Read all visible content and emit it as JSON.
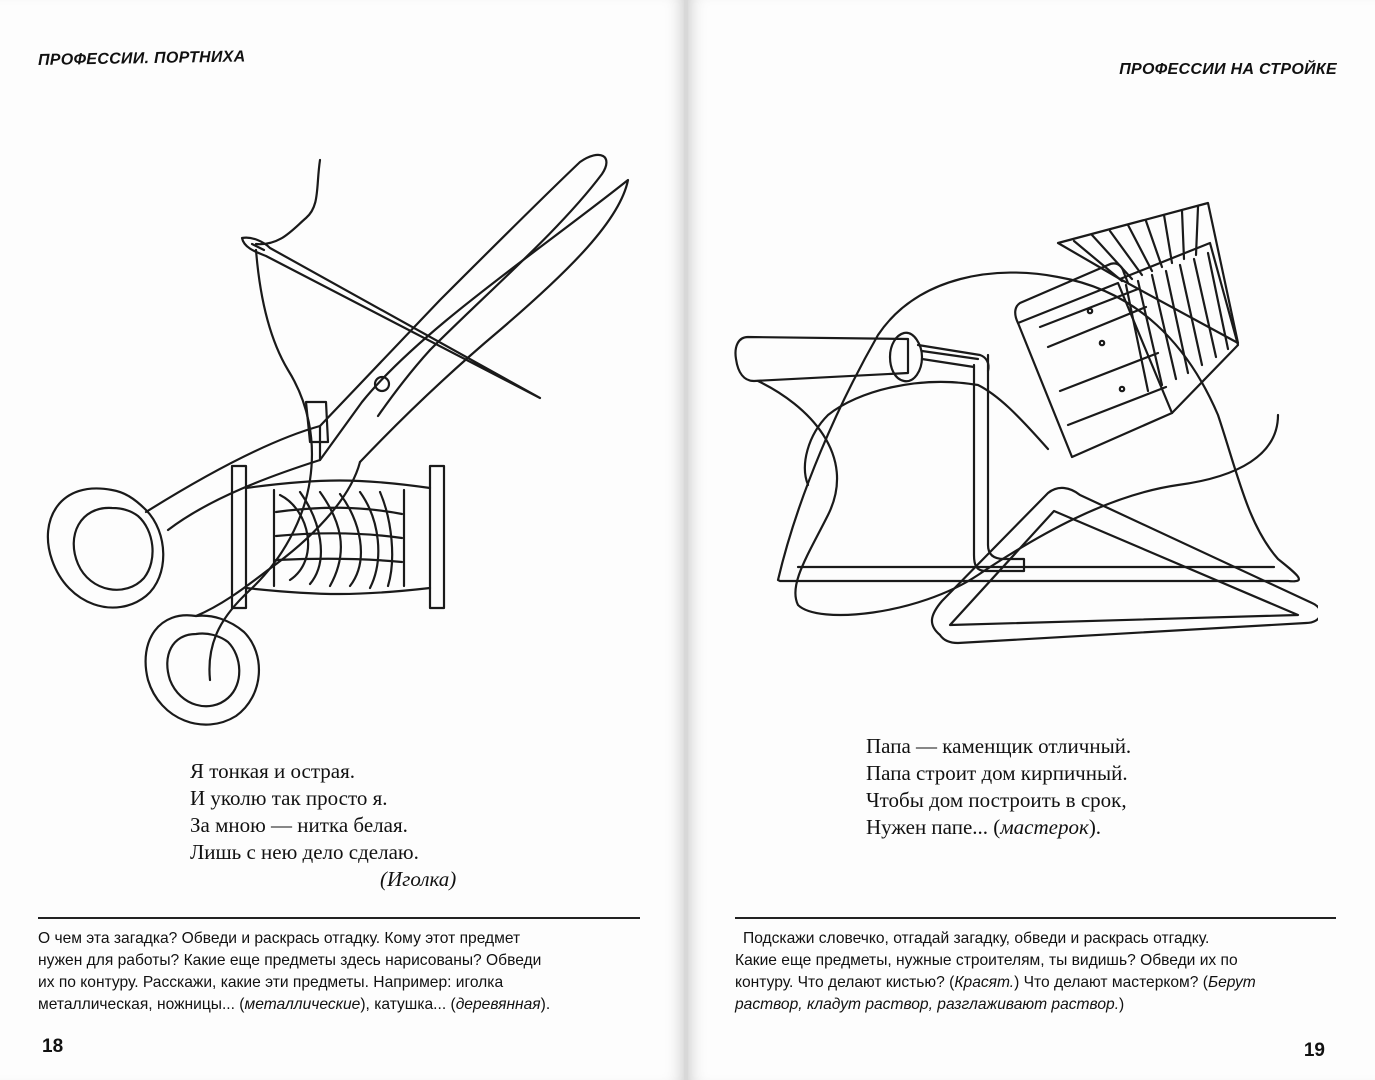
{
  "left_page": {
    "header": "ПРОФЕССИИ. ПОРТНИХА",
    "page_number": "18",
    "illustration_icons": [
      "scissors-icon",
      "needle-icon",
      "thread-spool-icon"
    ],
    "poem": [
      "Я тонкая и острая.",
      "И уколю так просто я.",
      "За мною — нитка белая.",
      "Лишь с нею дело сделаю."
    ],
    "answer": "(Иголка)",
    "task": {
      "l1": "О чем эта загадка? Обведи и раскрась отгадку. Кому этот предмет",
      "l2": "нужен для работы? Какие еще предметы здесь нарисованы? Обведи",
      "l3": "их по контуру. Расскажи, какие эти предметы. Например: иголка",
      "l4_a": "металлическая, ножницы... (",
      "l4_b": "металлические",
      "l4_c": "), катушка... (",
      "l4_d": "деревянная",
      "l4_e": ")."
    }
  },
  "right_page": {
    "header": "ПРОФЕССИИ НА СТРОЙКЕ",
    "page_number": "19",
    "illustration_icons": [
      "paint-roller-icon",
      "paintbrush-icon",
      "trowel-icon",
      "bell-shape-icon"
    ],
    "poem": [
      "Папа — каменщик отличный.",
      "Папа строит дом кирпичный.",
      "Чтобы дом построить в срок,"
    ],
    "poem_last_prefix": "Нужен папе... (",
    "poem_last_answer": "мастерок",
    "poem_last_suffix": ").",
    "task": {
      "l1": "Подскажи словечко, отгадай загадку, обведи и раскрась отгадку.",
      "l2": "Какие еще предметы, нужные строителям, ты видишь? Обведи их по",
      "l3_a": "контуру. Что делают кистью? (",
      "l3_b": "Красят.",
      "l3_c": ") Что делают мастерком? (",
      "l3_d": "Берут",
      "l4": "раствор, кладут раствор, разглаживают раствор.",
      "l4_end": ")"
    }
  }
}
